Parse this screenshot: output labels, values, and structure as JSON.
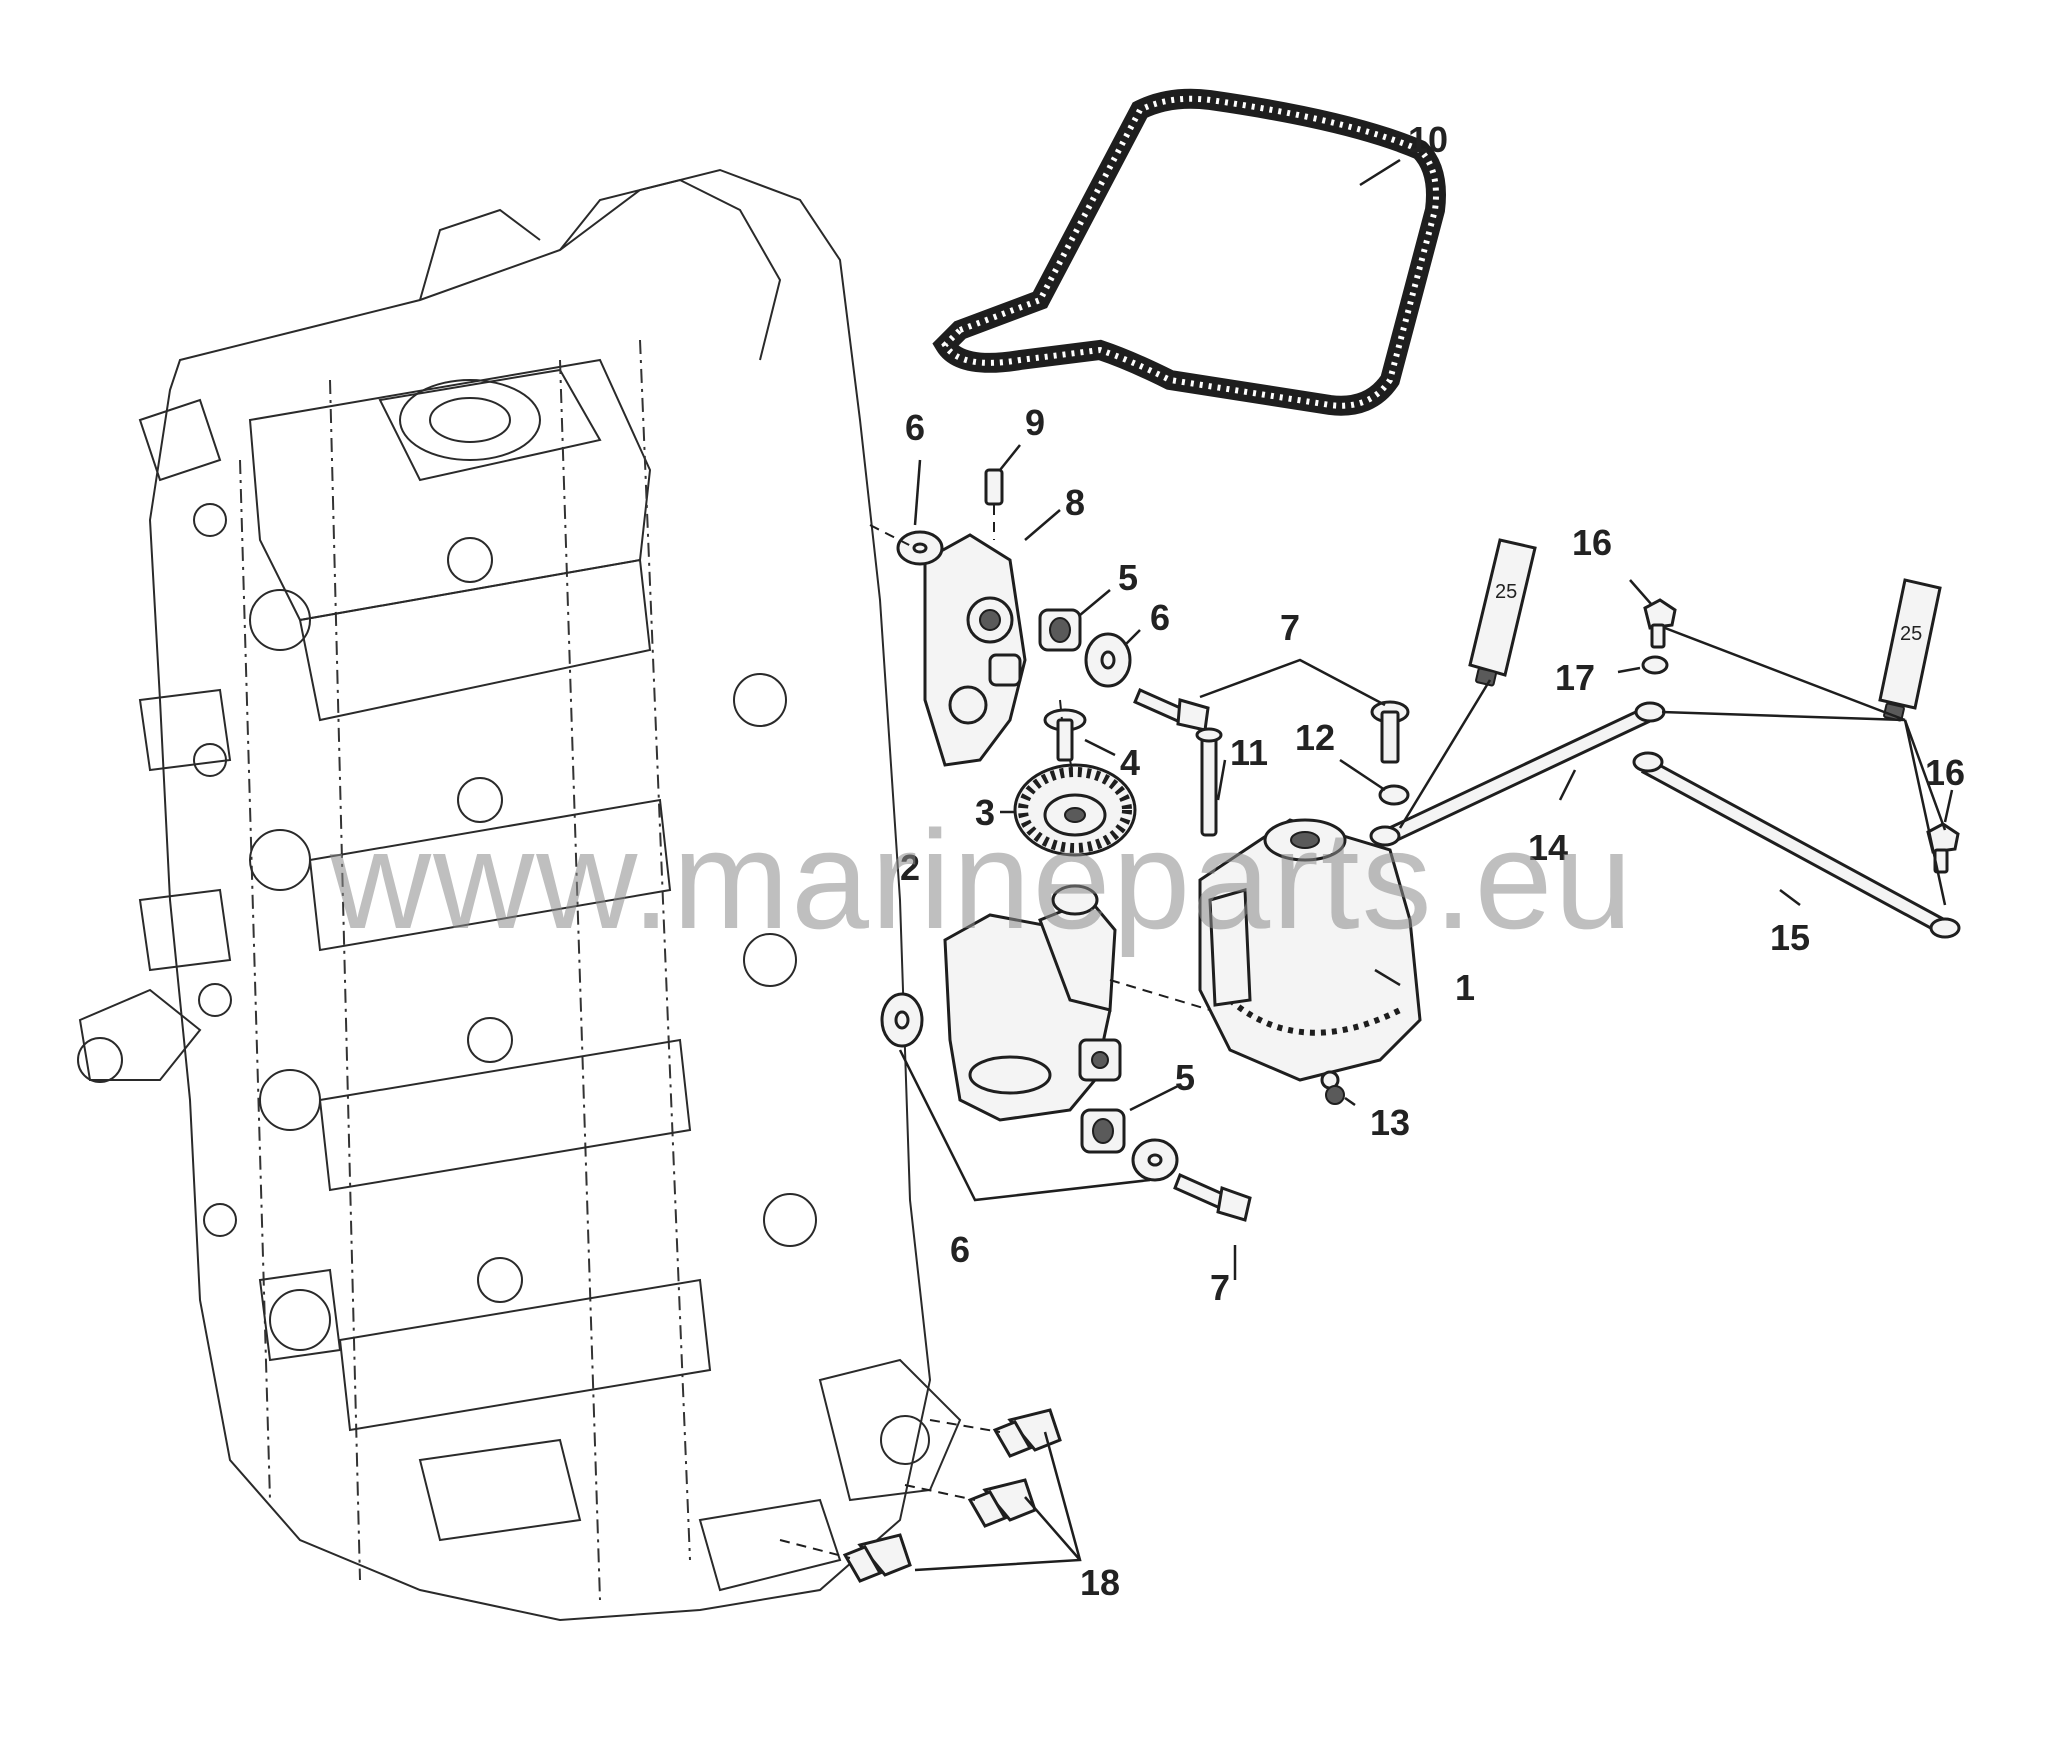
{
  "callouts": {
    "c1": "1",
    "c2": "2",
    "c3": "3",
    "c4": "4",
    "c5a": "5",
    "c5b": "5",
    "c6a": "6",
    "c6b": "6",
    "c6c": "6",
    "c7a": "7",
    "c7b": "7",
    "c8": "8",
    "c9": "9",
    "c10": "10",
    "c11": "11",
    "c12": "12",
    "c13": "13",
    "c14": "14",
    "c15": "15",
    "c16a": "16",
    "c16b": "16",
    "c17": "17",
    "c18": "18"
  },
  "tubes": {
    "t1": "25",
    "t2": "25"
  },
  "watermark": "www.marineparts.eu",
  "colors": {
    "line": "#1e1e1e",
    "watermark": "#8a8a8a",
    "background": "#ffffff"
  }
}
